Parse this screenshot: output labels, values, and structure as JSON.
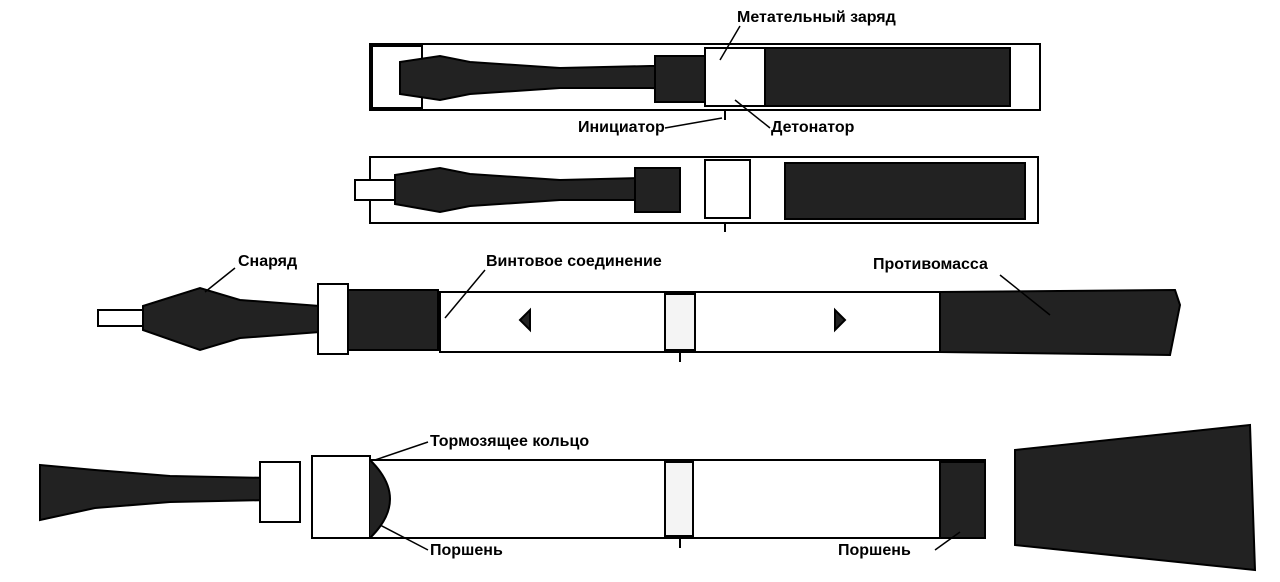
{
  "labels": {
    "propellant_charge": "Метательный заряд",
    "initiator": "Инициатор",
    "detonator": "Детонатор",
    "projectile": "Снаряд",
    "screw_joint": "Винтовое соединение",
    "countermass": "Противомасса",
    "brake_ring": "Тормозящее кольцо",
    "piston_left": "Поршень",
    "piston_right": "Поршень"
  }
}
